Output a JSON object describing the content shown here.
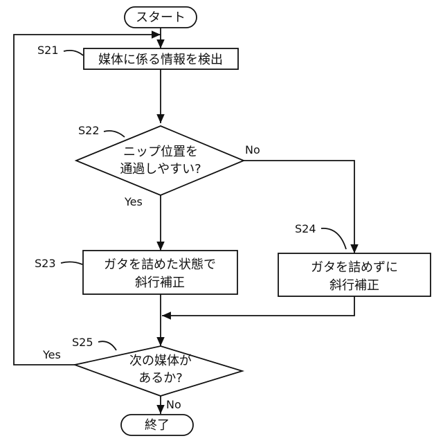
{
  "nodes": {
    "start": {
      "label": "スタート"
    },
    "s21": {
      "step": "S21",
      "label": "媒体に係る情報を検出"
    },
    "s22": {
      "step": "S22",
      "line1": "ニップ位置を",
      "line2": "通過しやすい?"
    },
    "s23": {
      "step": "S23",
      "line1": "ガタを詰めた状態で",
      "line2": "斜行補正"
    },
    "s24": {
      "step": "S24",
      "line1": "ガタを詰めずに",
      "line2": "斜行補正"
    },
    "s25": {
      "step": "S25",
      "line1": "次の媒体が",
      "line2": "あるか?"
    },
    "end": {
      "label": "終了"
    }
  },
  "branches": {
    "s22_no": "No",
    "s22_yes": "Yes",
    "s25_yes": "Yes",
    "s25_no": "No"
  },
  "colors": {
    "stroke": "#111111",
    "background": "#ffffff"
  }
}
